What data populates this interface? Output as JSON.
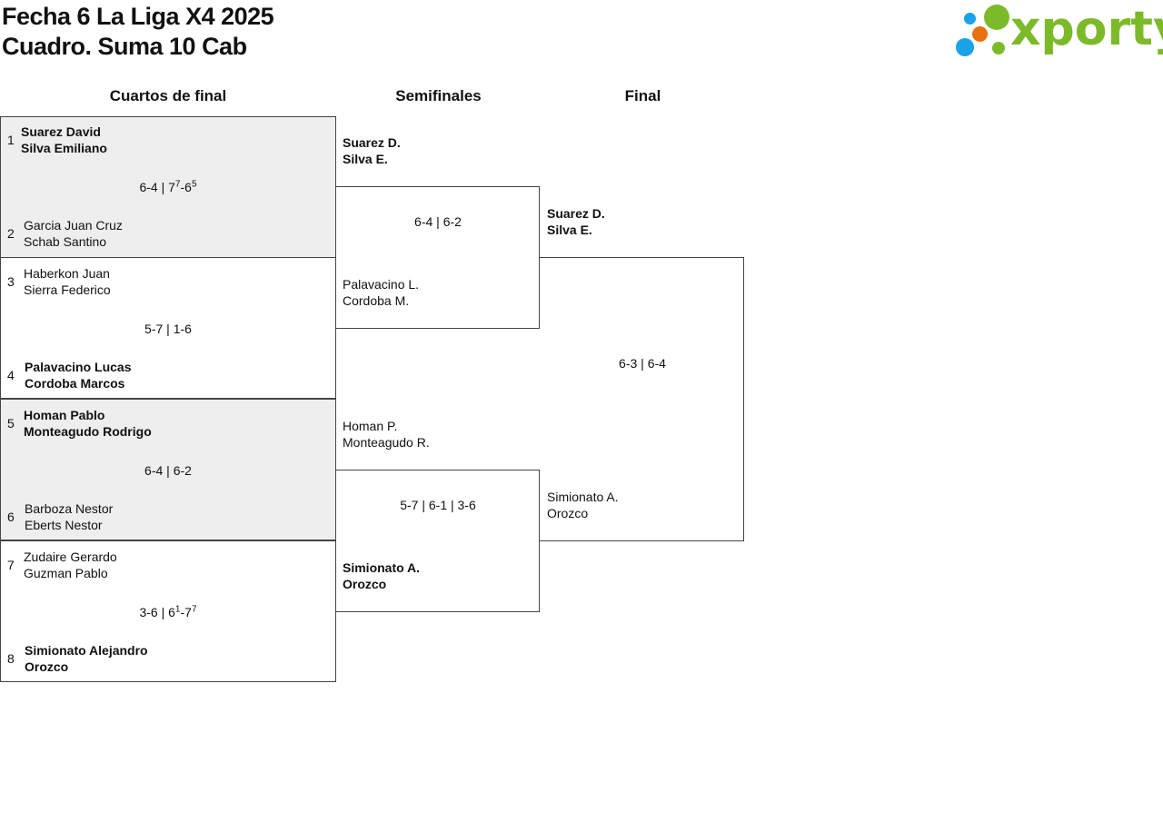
{
  "header": {
    "title_line1": "Fecha 6 La Liga X4 2025",
    "title_line2": "Cuadro. Suma 10 Cab",
    "logo_text": "xporty",
    "logo_colors": {
      "green": "#7cba2a",
      "orange": "#e8700f",
      "blue": "#1aa3e8"
    }
  },
  "rounds": {
    "quarterfinals": "Cuartos de final",
    "semifinals": "Semifinales",
    "final": "Final"
  },
  "quarterfinals": [
    {
      "top": {
        "seed": "1",
        "line1": "Suarez David",
        "line2": "Silva Emiliano"
      },
      "score": {
        "base": "6-4 | 7",
        "sup1": "7",
        "mid": "-6",
        "sup2": "5"
      },
      "bottom": {
        "seed": "2",
        "line1": "Garcia Juan Cruz",
        "line2": "Schab Santino"
      }
    },
    {
      "top": {
        "seed": "3",
        "line1": "Haberkon Juan",
        "line2": "Sierra Federico"
      },
      "score": {
        "text": "5-7 | 1-6"
      },
      "bottom": {
        "seed": "4",
        "line1": "Palavacino Lucas",
        "line2": "Cordoba Marcos"
      }
    },
    {
      "top": {
        "seed": "5",
        "line1": "Homan Pablo",
        "line2": "Monteagudo Rodrigo"
      },
      "score": {
        "text": "6-4 | 6-2"
      },
      "bottom": {
        "seed": "6",
        "line1": "Barboza Nestor",
        "line2": "Eberts Nestor"
      }
    },
    {
      "top": {
        "seed": "7",
        "line1": "Zudaire Gerardo",
        "line2": "Guzman Pablo"
      },
      "score": {
        "base": "3-6 | 6",
        "sup1": "1",
        "mid": "-7",
        "sup2": "7"
      },
      "bottom": {
        "seed": "8",
        "line1": "Simionato Alejandro",
        "line2": "Orozco"
      }
    }
  ],
  "semifinals": [
    {
      "top": {
        "line1": "Suarez D.",
        "line2": "Silva E."
      },
      "score": "6-4 | 6-2",
      "bottom": {
        "line1": "Palavacino L.",
        "line2": "Cordoba M."
      }
    },
    {
      "top": {
        "line1": "Homan P.",
        "line2": "Monteagudo R."
      },
      "score": "5-7 | 6-1 | 3-6",
      "bottom": {
        "line1": "Simionato A.",
        "line2": "Orozco"
      }
    }
  ],
  "final": {
    "top": {
      "line1": "Suarez D.",
      "line2": "Silva E."
    },
    "score": "6-3 | 6-4",
    "bottom": {
      "line1": "Simionato A.",
      "line2": "Orozco"
    }
  }
}
